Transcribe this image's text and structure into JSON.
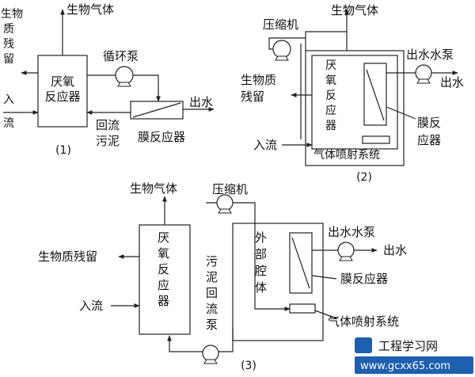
{
  "colors": {
    "line": "#222222",
    "text": "#111111",
    "watermark": "#1e5fb0"
  },
  "icons": {
    "pump": "circle-pump-icon",
    "membrane": "diagonal-membrane-icon"
  },
  "d1": {
    "biogas": "生物气体",
    "residue": [
      "生物",
      "质",
      "残",
      "留"
    ],
    "inflow": [
      "入",
      "流"
    ],
    "reactor": [
      "厌氧",
      "反应器"
    ],
    "pump": "循环泵",
    "sludge": [
      "回流",
      "污泥"
    ],
    "membrane": "膜反应器",
    "effluent": "出水",
    "num": "(1)"
  },
  "d2": {
    "biogas": "生物气体",
    "compressor": "压缩机",
    "residue": [
      "生物质",
      "残留"
    ],
    "inflow": "入流",
    "reactor": [
      "厌",
      "氧",
      "反",
      "应",
      "器"
    ],
    "effluent_pump": "出水水泵",
    "effluent": "出水",
    "membrane": [
      "膜反",
      "应器"
    ],
    "gas_system": "气体喷射系统",
    "num": "(2)"
  },
  "d3": {
    "biogas": "生物气体",
    "compressor": "压缩机",
    "residue": "生物质残留",
    "inflow": "入流",
    "reactor": [
      "厌",
      "氧",
      "反",
      "应",
      "器"
    ],
    "sludge_pump": [
      "污",
      "泥",
      "回",
      "流",
      "泵"
    ],
    "external": [
      "外",
      "部",
      "腔",
      "体"
    ],
    "effluent_pump": "出水水泵",
    "effluent": "出水",
    "membrane": "膜反应器",
    "gas_system": "气体喷射系统",
    "num": "(3)"
  },
  "watermark": {
    "name": "工程学习网",
    "url": "www.gcxx65.com"
  }
}
